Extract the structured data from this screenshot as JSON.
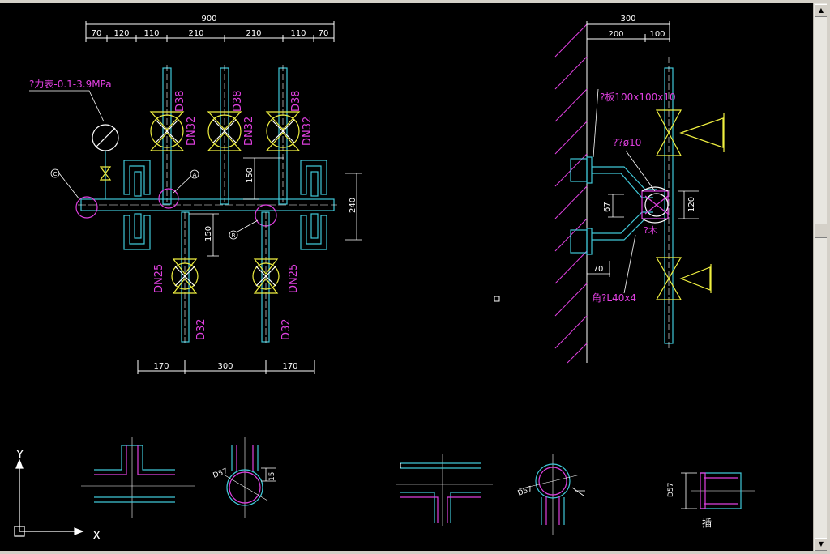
{
  "colors": {
    "background": "#000000",
    "pipe": "#40c8d8",
    "dimension": "#ffffff",
    "annotation": "#e040e0",
    "valve": "#f0f040",
    "hatch": "#e040e0"
  },
  "plan": {
    "dims_top": [
      "900",
      "70",
      "120",
      "110",
      "210",
      "210",
      "110",
      "70"
    ],
    "dims_bottom": [
      "170",
      "300",
      "170"
    ],
    "dim_150_upper": "150",
    "dim_150_lower": "150",
    "dim_240": "240",
    "pressure_gauge_label": "?力表-0.1-3.9MPa",
    "upper_pipe_labels": [
      "D38",
      "D38",
      "D38"
    ],
    "upper_valve_labels": [
      "DN32",
      "DN32",
      "DN32"
    ],
    "lower_valve_labels": [
      "DN25",
      "DN25"
    ],
    "lower_pipe_labels": [
      "D32",
      "D32"
    ],
    "callouts": [
      "C",
      "A",
      "B"
    ]
  },
  "side": {
    "dim_300": "300",
    "dim_200": "200",
    "dim_100": "100",
    "plate_label": "?板100x100x10",
    "bolt_label": "??ø10",
    "wood_label": "?木",
    "angle_label": "角?L40x4",
    "dim_67": "67",
    "dim_120": "120",
    "dim_70": "70"
  },
  "details": {
    "d57_a": "D57",
    "d57_b": "D57",
    "d57_c": "D57",
    "dim_15": "15",
    "tick_glyph_a": "15",
    "tick_glyph_b": "插"
  },
  "ucs": {
    "y_label": "Y",
    "x_label": "X"
  }
}
